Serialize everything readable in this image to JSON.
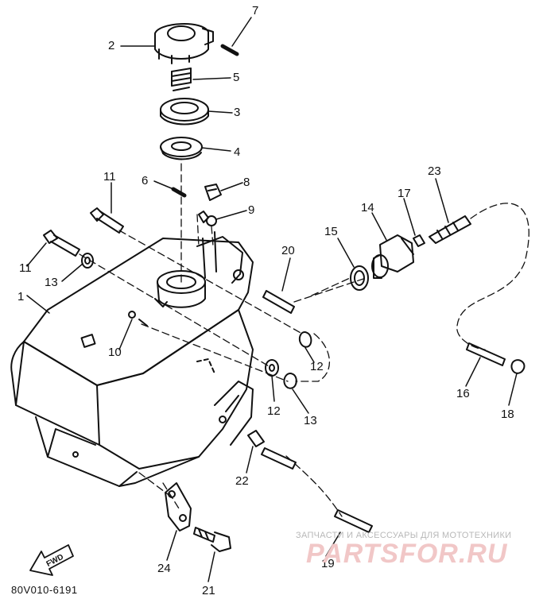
{
  "figure_code": "80V010-6191",
  "fwd_label": "FWD",
  "watermark": {
    "tagline": "ЗАПЧАСТИ И АКСЕССУАРЫ ДЛЯ МОТОТЕХНИКИ",
    "brand": "PARTSFOR.RU"
  },
  "callouts": [
    "1",
    "2",
    "3",
    "4",
    "5",
    "6",
    "7",
    "8",
    "9",
    "10",
    "11",
    "11",
    "12",
    "12",
    "13",
    "13",
    "14",
    "15",
    "16",
    "17",
    "18",
    "19",
    "20",
    "21",
    "22",
    "23",
    "24"
  ]
}
